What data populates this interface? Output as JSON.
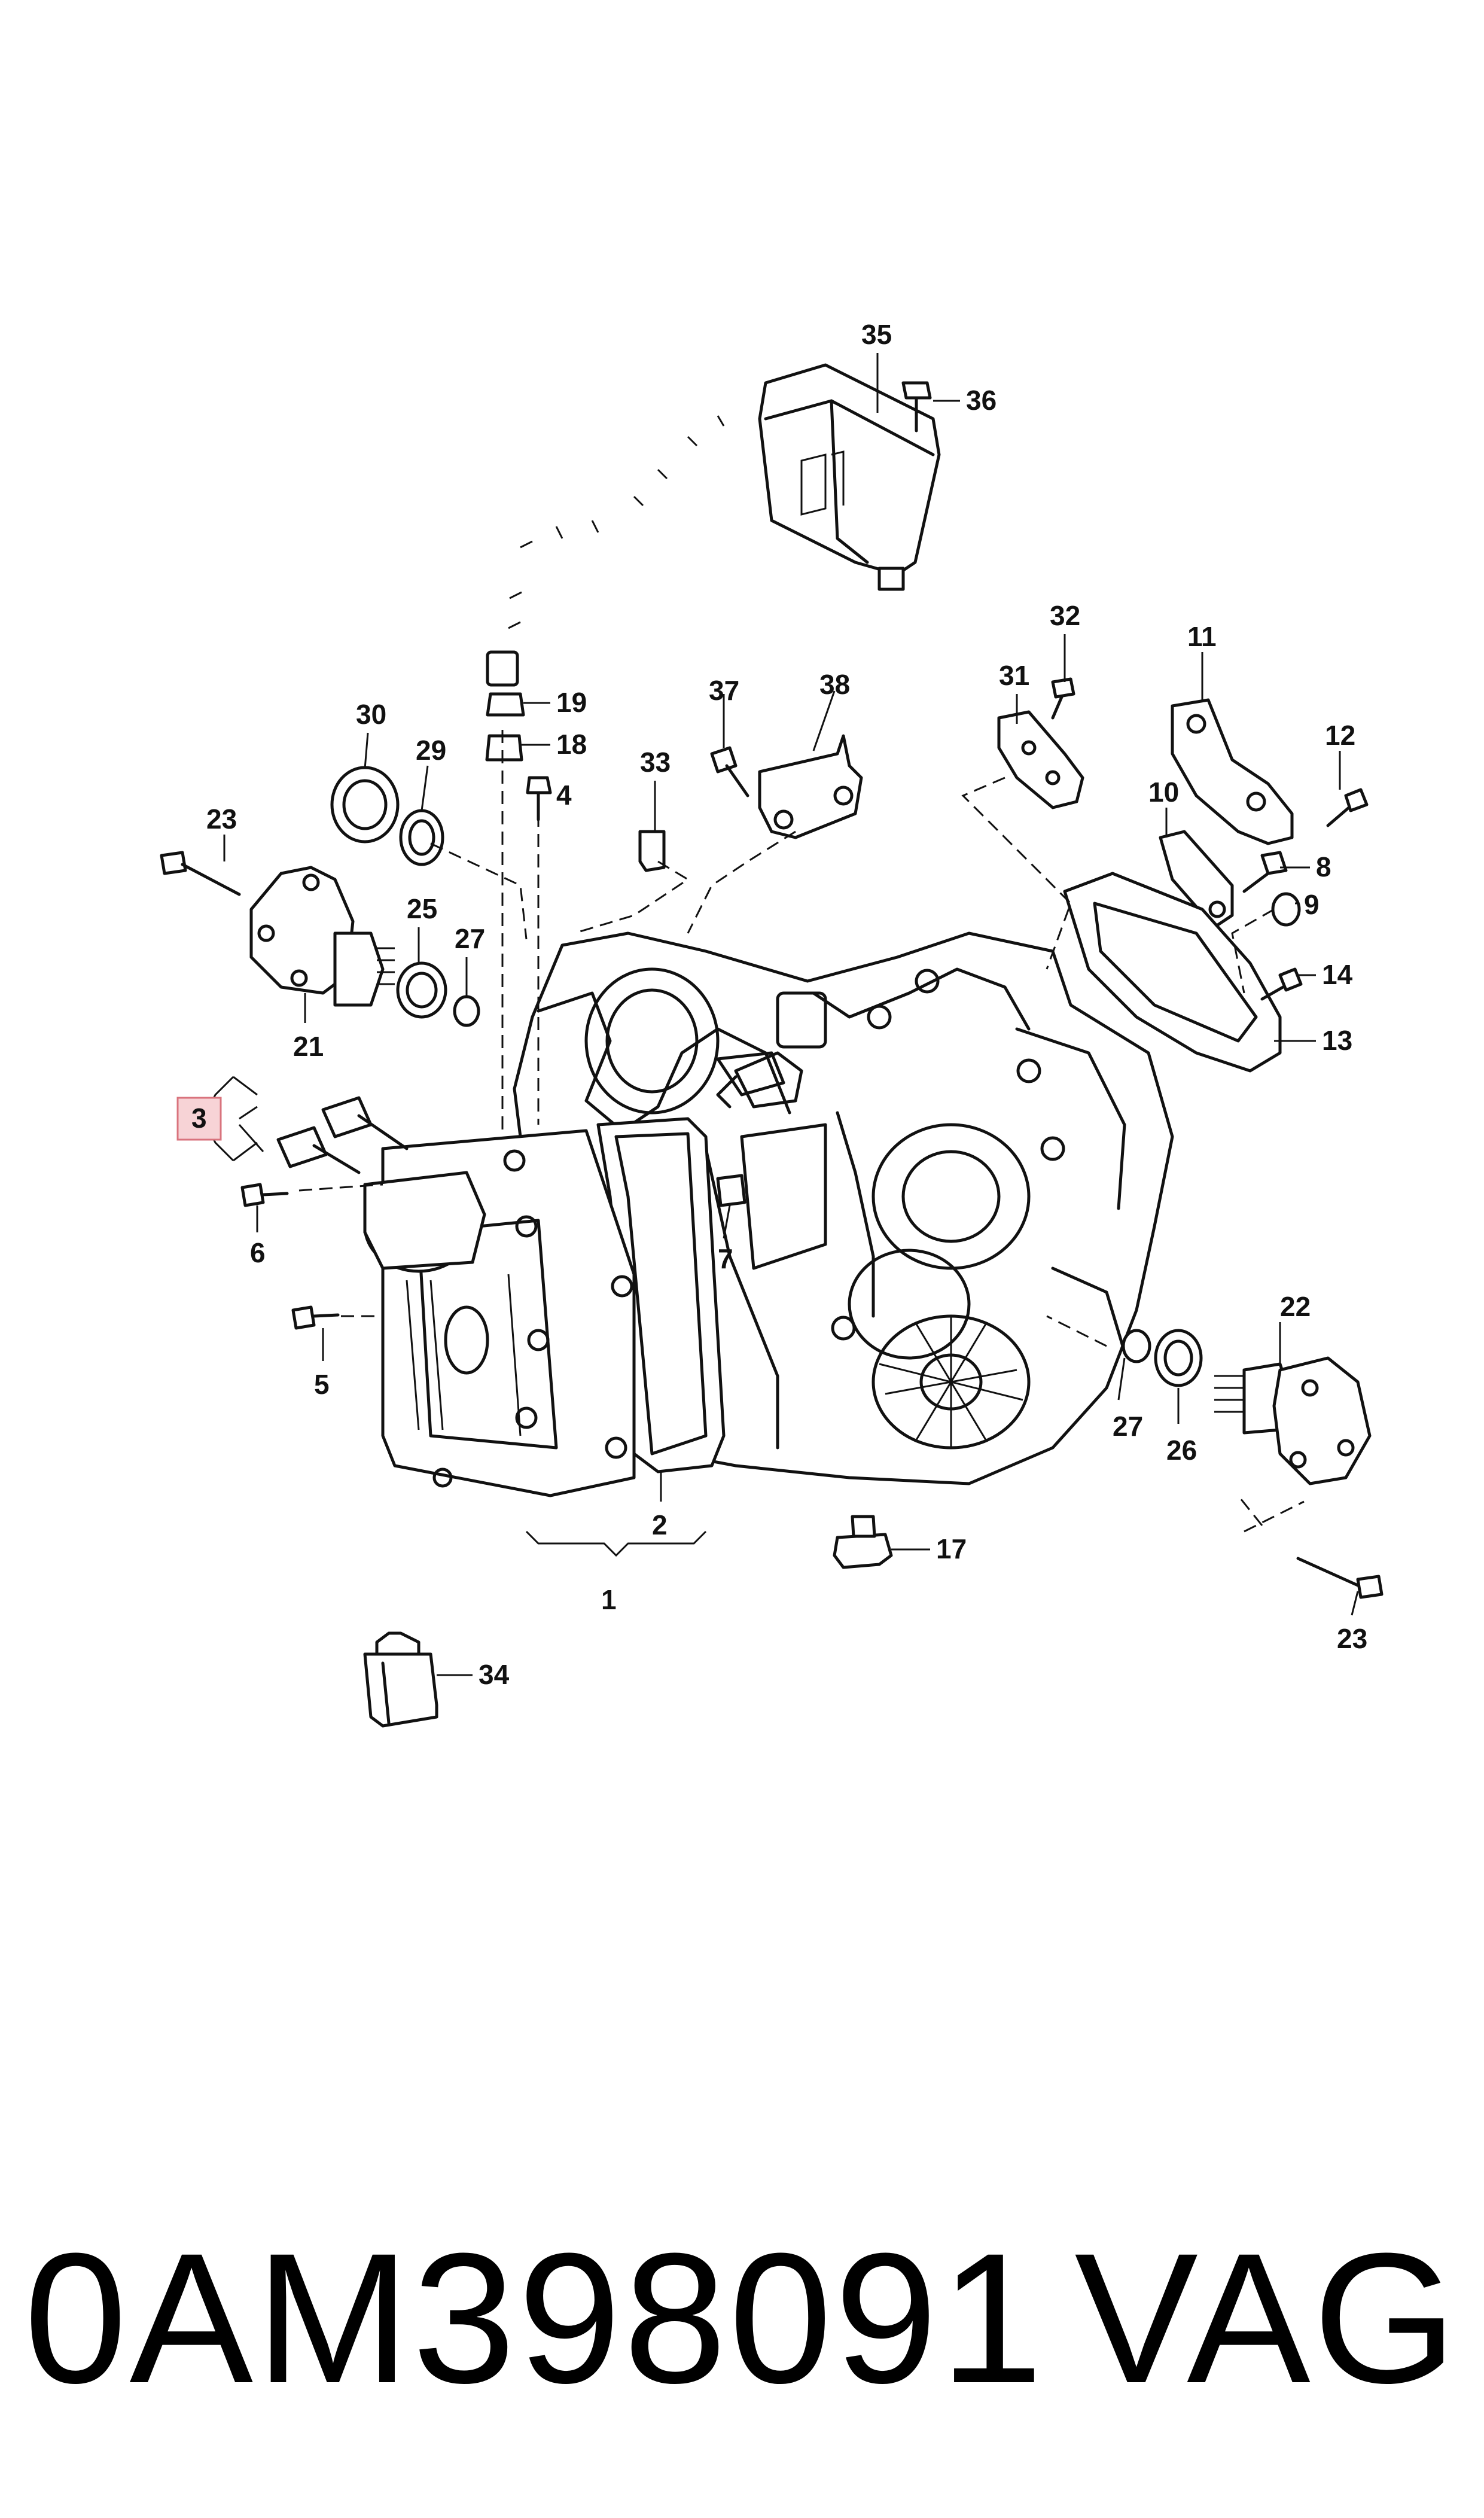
{
  "diagram": {
    "callouts": {
      "c1": "1",
      "c2": "2",
      "c3": "3",
      "c4": "4",
      "c5": "5",
      "c6": "6",
      "c7": "7",
      "c8": "8",
      "c9": "9",
      "c10": "10",
      "c11": "11",
      "c12": "12",
      "c13": "13",
      "c14": "14",
      "c17": "17",
      "c18": "18",
      "c19": "19",
      "c21": "21",
      "c22": "22",
      "c23a": "23",
      "c23b": "23",
      "c25": "25",
      "c26": "26",
      "c27a": "27",
      "c27b": "27",
      "c29": "29",
      "c30": "30",
      "c31": "31",
      "c32": "32",
      "c33": "33",
      "c34": "34",
      "c35": "35",
      "c36": "36",
      "c37": "37",
      "c38": "38"
    },
    "highlighted_callout": "3",
    "highlight_color": "#f7d3d6"
  },
  "footer": {
    "part_number": "0AM398091",
    "brand": "VAG"
  }
}
